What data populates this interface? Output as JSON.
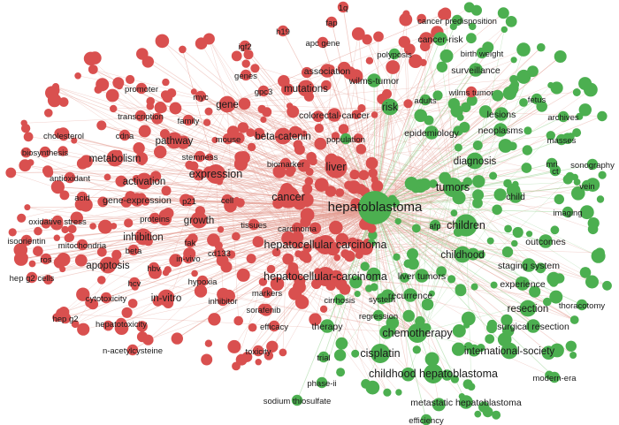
{
  "clusters": [
    {
      "name": "red",
      "color": "#d9504f",
      "edge_color": "#e39a8e"
    },
    {
      "name": "green",
      "color": "#4caf50",
      "edge_color": "#8fcf8a"
    }
  ],
  "nodes": [
    {
      "label": "hepatoblastoma",
      "cluster": "green",
      "weight": 10
    },
    {
      "label": "liver",
      "cluster": "red",
      "weight": 6
    },
    {
      "label": "children",
      "cluster": "green",
      "weight": 6
    },
    {
      "label": "cancer",
      "cluster": "red",
      "weight": 6
    },
    {
      "label": "tumors",
      "cluster": "green",
      "weight": 5
    },
    {
      "label": "chemotherapy",
      "cluster": "green",
      "weight": 5
    },
    {
      "label": "expression",
      "cluster": "red",
      "weight": 5
    },
    {
      "label": "hepatocellular carcinoma",
      "cluster": "red",
      "weight": 5
    },
    {
      "label": "hepatocellular-carcinoma",
      "cluster": "red",
      "weight": 5
    },
    {
      "label": "childhood hepatoblastoma",
      "cluster": "green",
      "weight": 5
    },
    {
      "label": "cisplatin",
      "cluster": "green",
      "weight": 5
    },
    {
      "label": "diagnosis",
      "cluster": "green",
      "weight": 4
    },
    {
      "label": "international-society",
      "cluster": "green",
      "weight": 4
    },
    {
      "label": "resection",
      "cluster": "green",
      "weight": 4
    },
    {
      "label": "childhood",
      "cluster": "green",
      "weight": 4
    },
    {
      "label": "risk",
      "cluster": "green",
      "weight": 4
    },
    {
      "label": "gene",
      "cluster": "red",
      "weight": 4
    },
    {
      "label": "apoptosis",
      "cluster": "red",
      "weight": 4
    },
    {
      "label": "in-vitro",
      "cluster": "red",
      "weight": 4
    },
    {
      "label": "activation",
      "cluster": "red",
      "weight": 4
    },
    {
      "label": "metabolism",
      "cluster": "red",
      "weight": 4
    },
    {
      "label": "pathway",
      "cluster": "red",
      "weight": 4
    },
    {
      "label": "growth",
      "cluster": "red",
      "weight": 4
    },
    {
      "label": "inhibition",
      "cluster": "red",
      "weight": 4
    },
    {
      "label": "beta-catenin",
      "cluster": "red",
      "weight": 4
    },
    {
      "label": "mutations",
      "cluster": "red",
      "weight": 4
    },
    {
      "label": "gene-expression",
      "cluster": "red",
      "weight": 3
    },
    {
      "label": "association",
      "cluster": "red",
      "weight": 3
    },
    {
      "label": "colorectal-cancer",
      "cluster": "red",
      "weight": 3
    },
    {
      "label": "wilms-tumor",
      "cluster": "green",
      "weight": 3
    },
    {
      "label": "epidemiology",
      "cluster": "green",
      "weight": 3
    },
    {
      "label": "neoplasms",
      "cluster": "green",
      "weight": 3
    },
    {
      "label": "lesions",
      "cluster": "green",
      "weight": 3
    },
    {
      "label": "child",
      "cluster": "green",
      "weight": 3
    },
    {
      "label": "experience",
      "cluster": "green",
      "weight": 3
    },
    {
      "label": "liver tumors",
      "cluster": "green",
      "weight": 3
    },
    {
      "label": "recurrence",
      "cluster": "green",
      "weight": 3
    },
    {
      "label": "therapy",
      "cluster": "green",
      "weight": 3
    },
    {
      "label": "surgical resection",
      "cluster": "green",
      "weight": 3
    },
    {
      "label": "staging system",
      "cluster": "green",
      "weight": 3
    },
    {
      "label": "outcomes",
      "cluster": "green",
      "weight": 3
    },
    {
      "label": "surveillance",
      "cluster": "green",
      "weight": 3
    },
    {
      "label": "cancer-risk",
      "cluster": "green",
      "weight": 3
    },
    {
      "label": "cancer predisposition",
      "cluster": "green",
      "weight": 2
    },
    {
      "label": "cirrhosis",
      "cluster": "green",
      "weight": 2
    },
    {
      "label": "system",
      "cluster": "green",
      "weight": 2
    },
    {
      "label": "regression",
      "cluster": "green",
      "weight": 2
    },
    {
      "label": "trial",
      "cluster": "green",
      "weight": 2
    },
    {
      "label": "phase-ii",
      "cluster": "green",
      "weight": 2
    },
    {
      "label": "sodium thiosulfate",
      "cluster": "green",
      "weight": 2
    },
    {
      "label": "metastatic hepatoblastoma",
      "cluster": "green",
      "weight": 3
    },
    {
      "label": "efficiency",
      "cluster": "green",
      "weight": 2
    },
    {
      "label": "modern-era",
      "cluster": "green",
      "weight": 2
    },
    {
      "label": "thoracotomy",
      "cluster": "green",
      "weight": 2
    },
    {
      "label": "imaging",
      "cluster": "green",
      "weight": 2
    },
    {
      "label": "ct",
      "cluster": "green",
      "weight": 2
    },
    {
      "label": "mri",
      "cluster": "green",
      "weight": 2
    },
    {
      "label": "sonography",
      "cluster": "green",
      "weight": 2
    },
    {
      "label": "vein",
      "cluster": "green",
      "weight": 2
    },
    {
      "label": "masses",
      "cluster": "green",
      "weight": 2
    },
    {
      "label": "archives",
      "cluster": "green",
      "weight": 2
    },
    {
      "label": "fetus",
      "cluster": "green",
      "weight": 2
    },
    {
      "label": "afp",
      "cluster": "green",
      "weight": 2
    },
    {
      "label": "adults",
      "cluster": "green",
      "weight": 2
    },
    {
      "label": "wilms tumor",
      "cluster": "red",
      "weight": 2
    },
    {
      "label": "birth weight",
      "cluster": "green",
      "weight": 2
    },
    {
      "label": "polyposis",
      "cluster": "green",
      "weight": 2
    },
    {
      "label": "population",
      "cluster": "green",
      "weight": 2
    },
    {
      "label": "biomarker",
      "cluster": "red",
      "weight": 2
    },
    {
      "label": "mouse",
      "cluster": "red",
      "weight": 2
    },
    {
      "label": "stemness",
      "cluster": "red",
      "weight": 2
    },
    {
      "label": "cell",
      "cluster": "red",
      "weight": 2
    },
    {
      "label": "p21",
      "cluster": "red",
      "weight": 2
    },
    {
      "label": "tissues",
      "cluster": "red",
      "weight": 2
    },
    {
      "label": "carcinoma",
      "cluster": "red",
      "weight": 2
    },
    {
      "label": "cd133",
      "cluster": "red",
      "weight": 2
    },
    {
      "label": "in-vivo",
      "cluster": "red",
      "weight": 2
    },
    {
      "label": "fak",
      "cluster": "red",
      "weight": 2
    },
    {
      "label": "hbv",
      "cluster": "red",
      "weight": 2
    },
    {
      "label": "hcv",
      "cluster": "red",
      "weight": 2
    },
    {
      "label": "beta",
      "cluster": "red",
      "weight": 2
    },
    {
      "label": "proteins",
      "cluster": "red",
      "weight": 2
    },
    {
      "label": "hypoxia",
      "cluster": "red",
      "weight": 2
    },
    {
      "label": "inhibitor",
      "cluster": "red",
      "weight": 2
    },
    {
      "label": "markers",
      "cluster": "red",
      "weight": 2
    },
    {
      "label": "sorafenib",
      "cluster": "red",
      "weight": 2
    },
    {
      "label": "efficacy",
      "cluster": "red",
      "weight": 2
    },
    {
      "label": "toxicity",
      "cluster": "red",
      "weight": 2
    },
    {
      "label": "cytotoxicity",
      "cluster": "red",
      "weight": 2
    },
    {
      "label": "hepatotoxicity",
      "cluster": "red",
      "weight": 2
    },
    {
      "label": "n-acetylcysteine",
      "cluster": "red",
      "weight": 2
    },
    {
      "label": "hep g2",
      "cluster": "red",
      "weight": 2
    },
    {
      "label": "hep g2 cells",
      "cluster": "red",
      "weight": 2
    },
    {
      "label": "ros",
      "cluster": "red",
      "weight": 2
    },
    {
      "label": "isoorientin",
      "cluster": "red",
      "weight": 2
    },
    {
      "label": "mitochondria",
      "cluster": "red",
      "weight": 2
    },
    {
      "label": "oxidative stress",
      "cluster": "red",
      "weight": 2
    },
    {
      "label": "acid",
      "cluster": "red",
      "weight": 2
    },
    {
      "label": "antioxidant",
      "cluster": "red",
      "weight": 2
    },
    {
      "label": "biosynthesis",
      "cluster": "red",
      "weight": 2
    },
    {
      "label": "cholesterol",
      "cluster": "red",
      "weight": 2
    },
    {
      "label": "cdna",
      "cluster": "red",
      "weight": 2
    },
    {
      "label": "family",
      "cluster": "red",
      "weight": 2
    },
    {
      "label": "transcription",
      "cluster": "red",
      "weight": 2
    },
    {
      "label": "promoter",
      "cluster": "red",
      "weight": 2
    },
    {
      "label": "myc",
      "cluster": "red",
      "weight": 2
    },
    {
      "label": "genes",
      "cluster": "red",
      "weight": 2
    },
    {
      "label": "gpc3",
      "cluster": "red",
      "weight": 2
    },
    {
      "label": "igf2",
      "cluster": "red",
      "weight": 2
    },
    {
      "label": "h19",
      "cluster": "red",
      "weight": 2
    },
    {
      "label": "apc gene",
      "cluster": "red",
      "weight": 2
    },
    {
      "label": "fap",
      "cluster": "red",
      "weight": 2
    },
    {
      "label": "1q",
      "cluster": "red",
      "weight": 2
    }
  ]
}
